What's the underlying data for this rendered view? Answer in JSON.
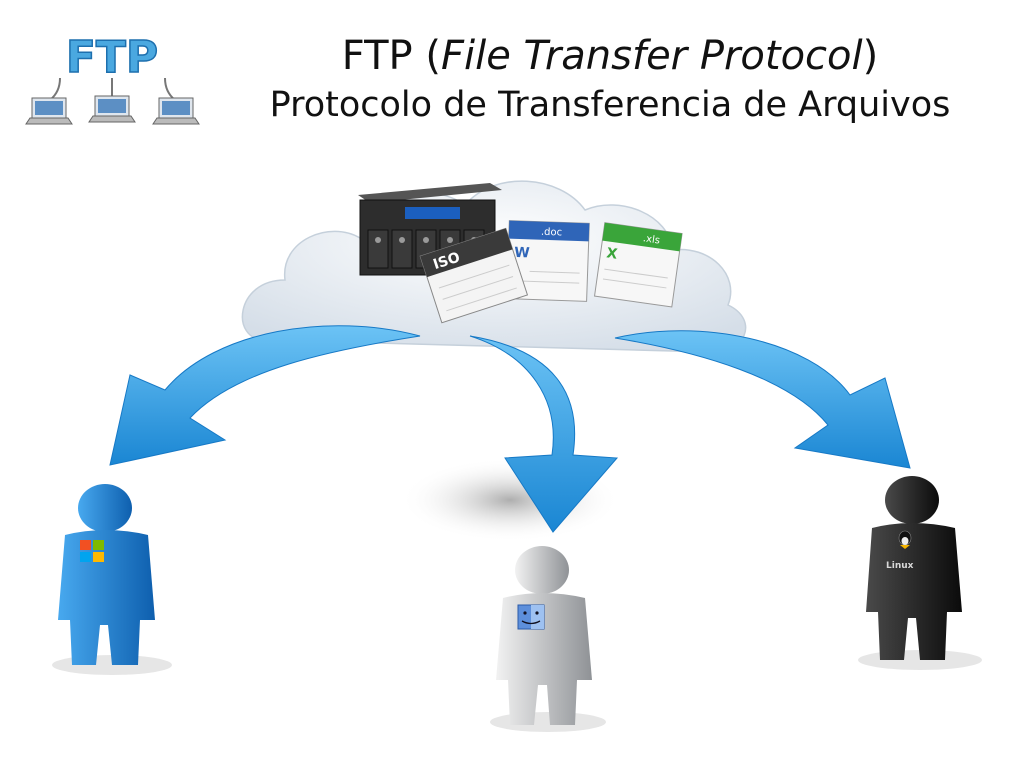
{
  "logo": {
    "text": "FTP",
    "color": "#4aa8e0"
  },
  "title": {
    "prefix": "FTP (",
    "italic": "File Transfer Protocol",
    "suffix": ")",
    "subtitle": "Protocolo de Transferencia de Arquivos"
  },
  "files": [
    {
      "label": "ISO"
    },
    {
      "label": ".doc",
      "glyph": "W"
    },
    {
      "label": ".xls",
      "glyph": "X"
    }
  ],
  "users": [
    {
      "os": "windows",
      "color": "#1f86d6"
    },
    {
      "os": "mac",
      "color": "#b9bcc0"
    },
    {
      "os": "linux",
      "color": "#222222",
      "badge": "Linux"
    }
  ],
  "colors": {
    "arrow": "#2e9fe6",
    "cloud": "#e6ecf3"
  }
}
